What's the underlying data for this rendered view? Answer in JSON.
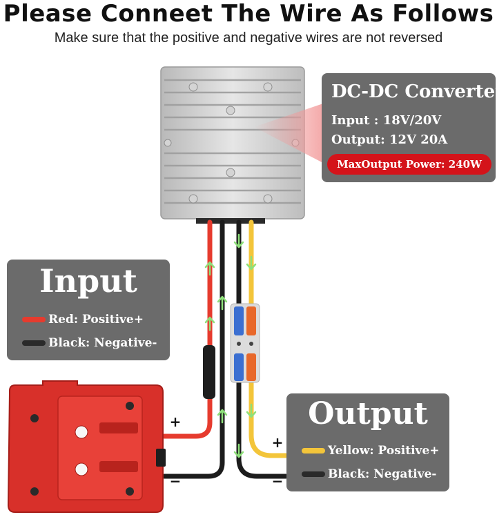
{
  "header": {
    "title": "Please Conneet The Wire As Follows",
    "subtitle": "Make sure that the positive and negative wires are not reversed"
  },
  "converter_spec": {
    "title": "DC-DC Converter",
    "input": "Input : 18V/20V",
    "output": "Output: 12V 20A",
    "max_power": "MaxOutput Power: 240W"
  },
  "input_legend": {
    "title": "Input",
    "items": [
      {
        "label": "Red: Positive+",
        "color": "#e63b2e"
      },
      {
        "label": "Black: Negative-",
        "color": "#2a2a2a"
      }
    ]
  },
  "output_legend": {
    "title": "Output",
    "items": [
      {
        "label": "Yellow: Positive+",
        "color": "#f3c53a"
      },
      {
        "label": "Black: Negative-",
        "color": "#2a2a2a"
      }
    ]
  },
  "polarity_marks": {
    "plus": "+",
    "minus": "−"
  },
  "colors": {
    "panel": "#6b6b6b",
    "badge": "#d4131a",
    "wire_red": "#e63b2e",
    "wire_black": "#1c1c1c",
    "wire_yellow": "#f3c53a",
    "arrow": "#8ee07a",
    "battery": "#d8302a"
  }
}
